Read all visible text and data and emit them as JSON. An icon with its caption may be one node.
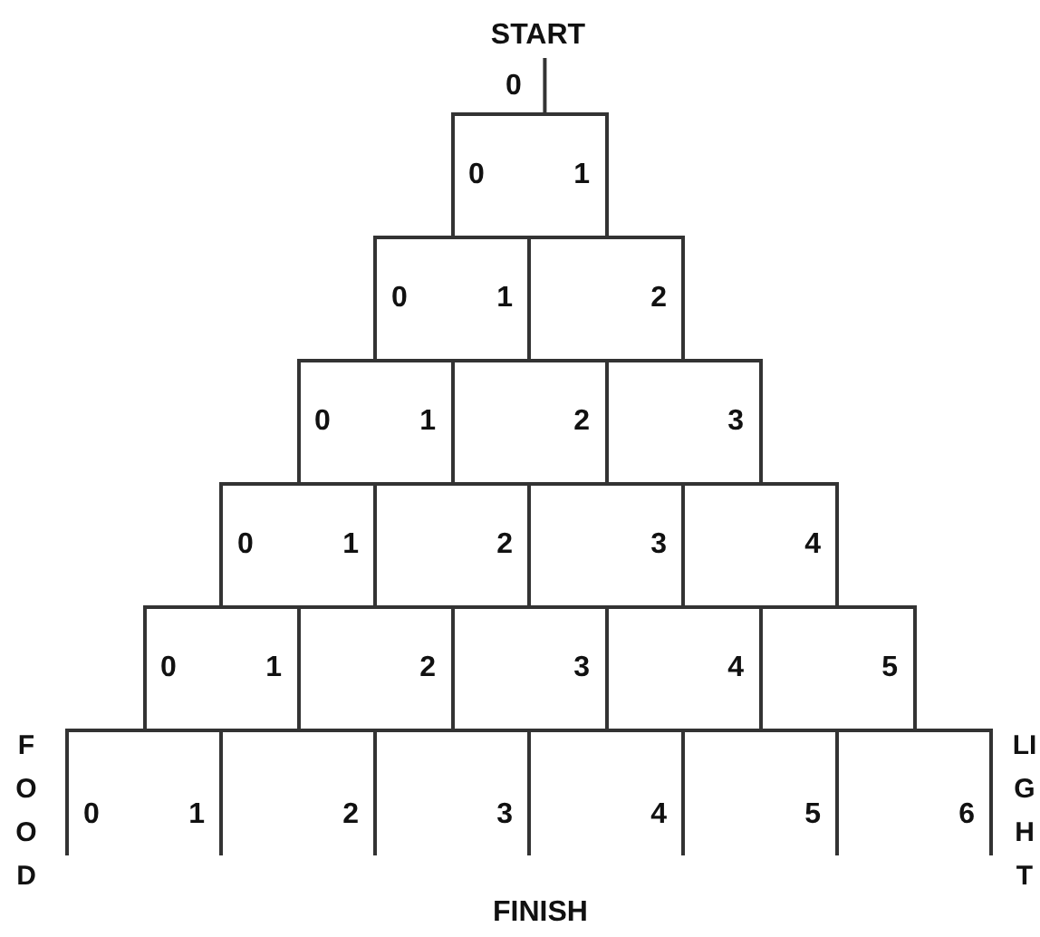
{
  "diagram": {
    "nodes": [
      {
        "text": [
          "START"
        ]
      },
      {
        "text": [
          "0",
          "1"
        ]
      },
      {
        "text": [
          "0",
          "1"
        ]
      },
      {
        "text": [
          "2"
        ]
      },
      {
        "text": [
          "0",
          "1"
        ]
      },
      {
        "text": [
          "2"
        ]
      },
      {
        "text": [
          "3"
        ]
      },
      {
        "text": [
          "0",
          "1"
        ]
      },
      {
        "text": [
          "2"
        ]
      },
      {
        "text": [
          "3"
        ]
      },
      {
        "text": [
          "4"
        ]
      },
      {
        "text": [
          "0",
          "1"
        ]
      },
      {
        "text": [
          "2"
        ]
      },
      {
        "text": [
          "3"
        ]
      },
      {
        "text": [
          "4"
        ]
      },
      {
        "text": [
          "5"
        ]
      },
      {
        "text": [
          "0",
          "1"
        ]
      },
      {
        "text": [
          "2"
        ]
      },
      {
        "text": [
          "3"
        ]
      },
      {
        "text": [
          "4"
        ]
      },
      {
        "text": [
          "5"
        ]
      },
      {
        "text": [
          "6"
        ]
      }
    ],
    "edges": [
      {
        "from": 0,
        "to": 1,
        "arrow": "none"
      }
    ],
    "labels": [
      "0",
      "FOOD",
      "LIGHT",
      "FINISH"
    ]
  }
}
